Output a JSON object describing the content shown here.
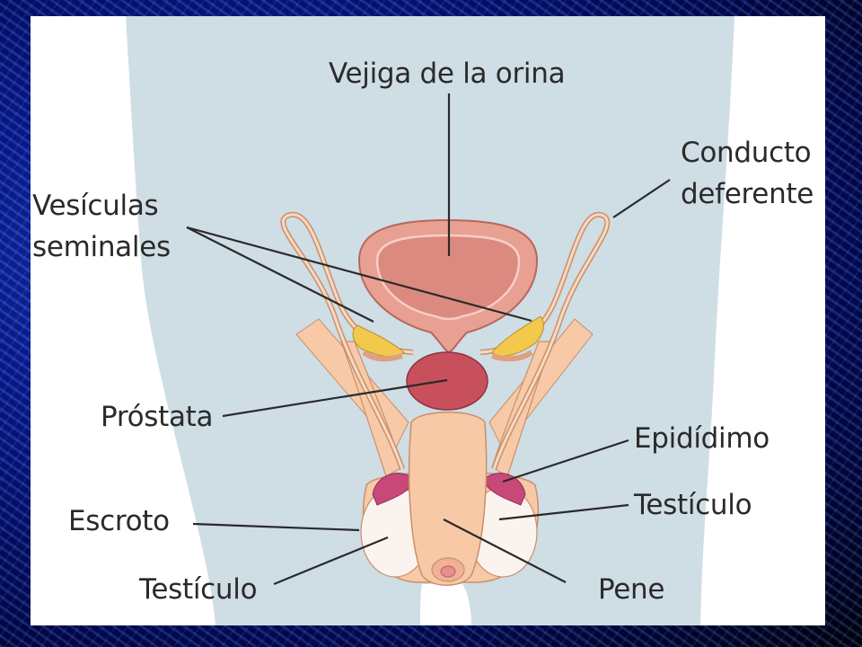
{
  "labels": {
    "bladder": "Vejiga de la orina",
    "vas_deferens_line1": "Conducto",
    "vas_deferens_line2": "deferente",
    "seminal_vesicles_line1": "Vesículas",
    "seminal_vesicles_line2": "seminales",
    "prostate": "Próstata",
    "epididymis": "Epidídimo",
    "testicle_right": "Testículo",
    "scrotum": "Escroto",
    "testicle_left": "Testículo",
    "penis": "Pene"
  },
  "colors": {
    "frame": "#0b1fa0",
    "body": "#cfdde5",
    "skin": "#f7c9a7",
    "skin_outline": "#c98f6b",
    "bladder": "#e8a093",
    "bladder_inner": "#d98276",
    "prostate": "#c8505c",
    "seminal_vesicle": "#f2c94c",
    "epididymis": "#c8487a",
    "testicle": "#fbf4ee",
    "leader": "#2a2a2a"
  }
}
